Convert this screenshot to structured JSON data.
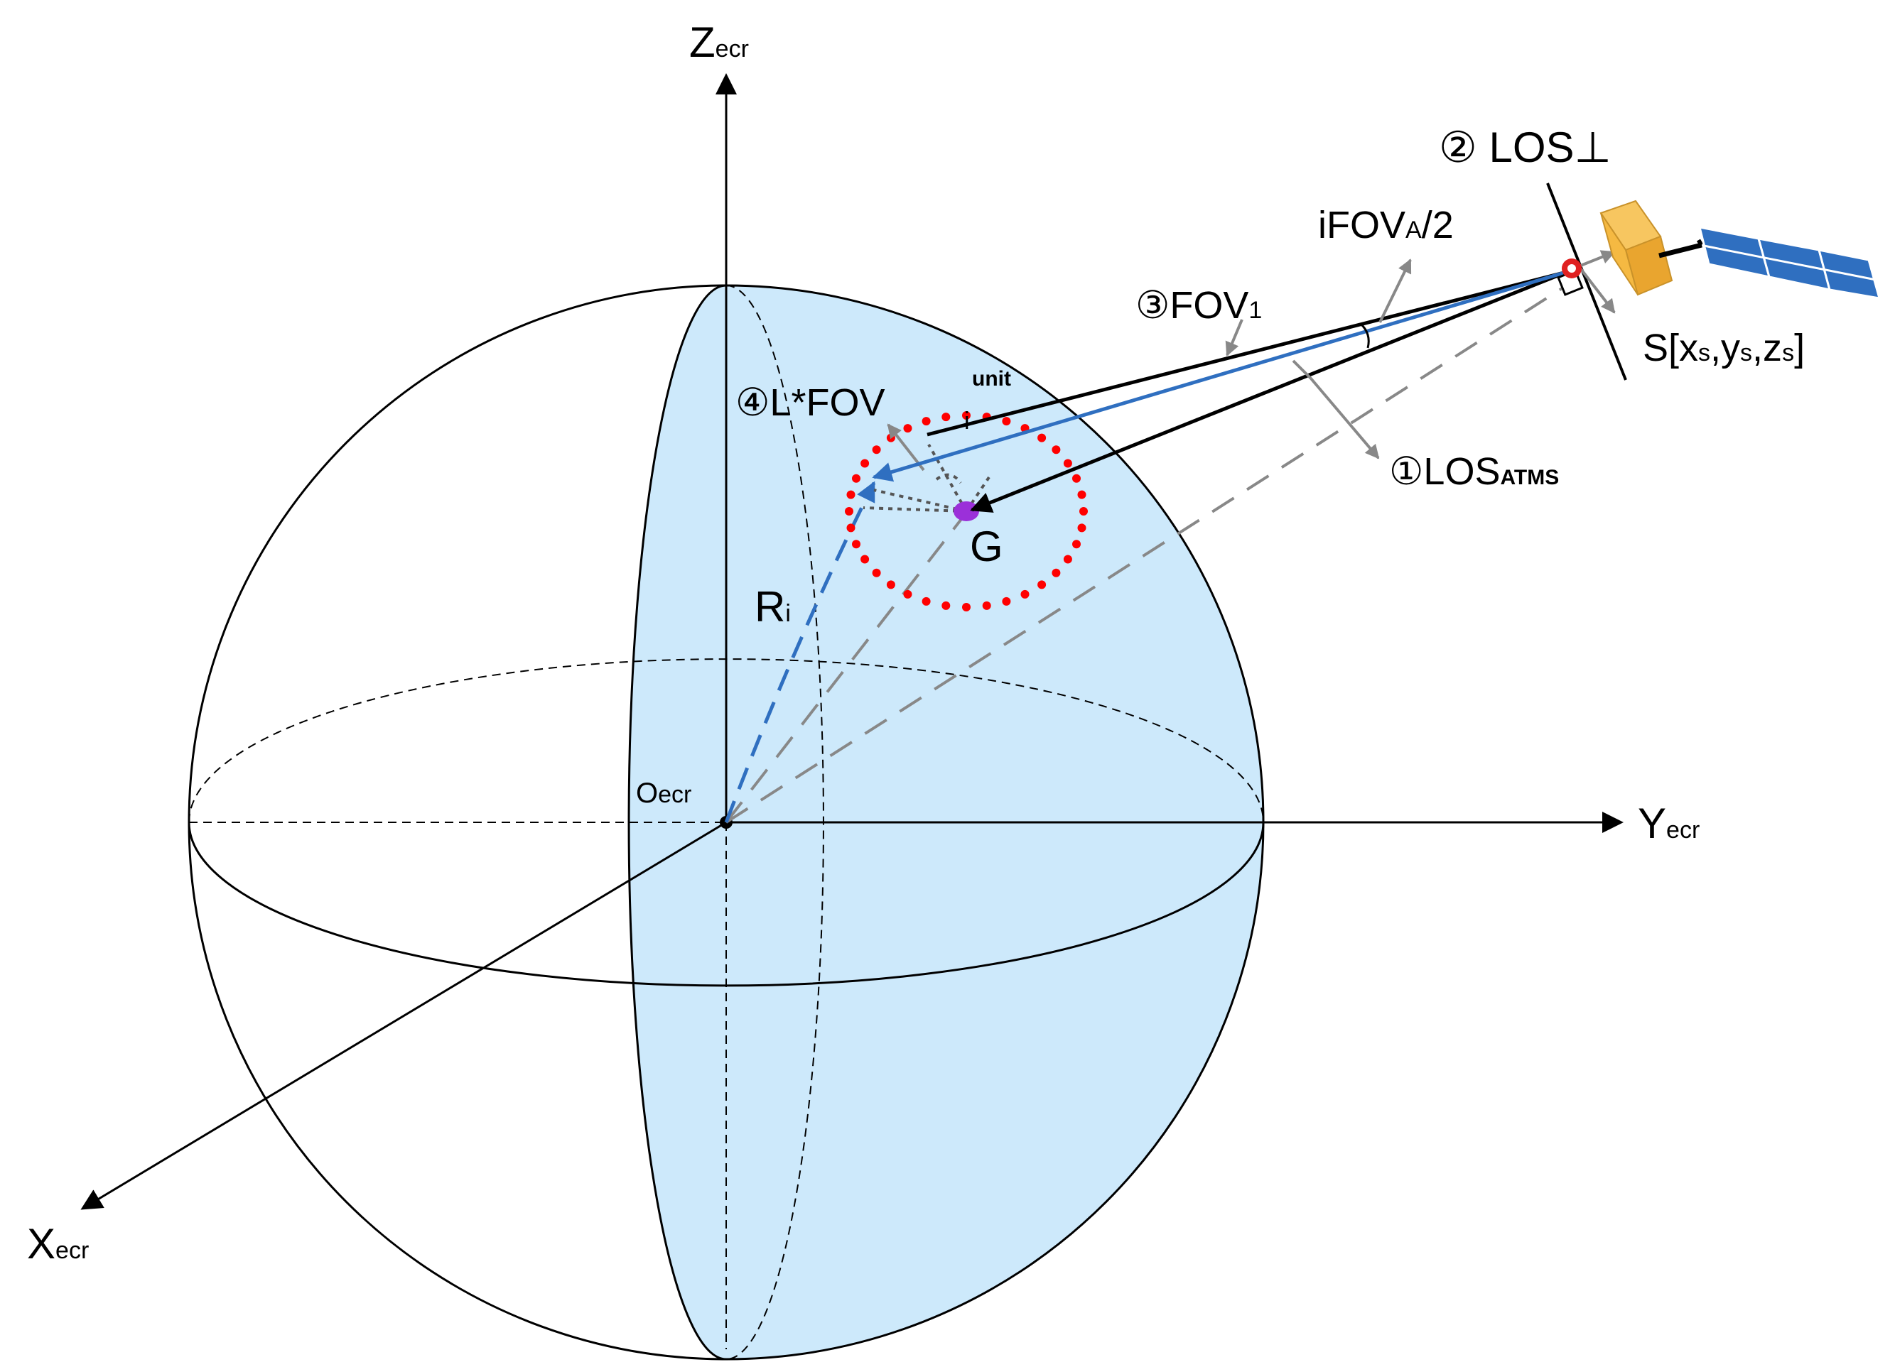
{
  "diagram": {
    "axes": {
      "z": {
        "main": "Z",
        "sub": "ecr"
      },
      "y": {
        "main": "Y",
        "sub": "ecr"
      },
      "x": {
        "main": "X",
        "sub": "ecr"
      },
      "origin": {
        "main": "O",
        "sub": "ecr"
      }
    },
    "labels": {
      "los_perp": "② LOS⊥",
      "ifov_half": {
        "main": "iFOV",
        "sub": "A",
        "tail": "/2"
      },
      "fov1": {
        "main": "③FOV",
        "sub": "1"
      },
      "l_fov_unit": {
        "main": "④L*FOV",
        "sub": "i",
        "sup": "unit"
      },
      "los_atms": {
        "main": "①LOS",
        "sub": "ATMS"
      },
      "ground_point": "G",
      "radius": {
        "main": "R",
        "sub": "i"
      },
      "satellite_pos": {
        "pre": "S[x",
        "s1": "s",
        "mid1": ",y",
        "s2": "s",
        "mid2": ",z",
        "s3": "s",
        "post": "]"
      }
    },
    "colors": {
      "sphere_fill": "#cde9fb",
      "blue_vector": "#2f6fc0",
      "footprint_dots": "#ff0000",
      "ground_marker": "#9b30d9",
      "satellite_body": "#f5b942",
      "solar_panel": "#2f6fc0",
      "gray_vector": "#888888"
    },
    "icons": [
      "satellite-icon"
    ]
  }
}
